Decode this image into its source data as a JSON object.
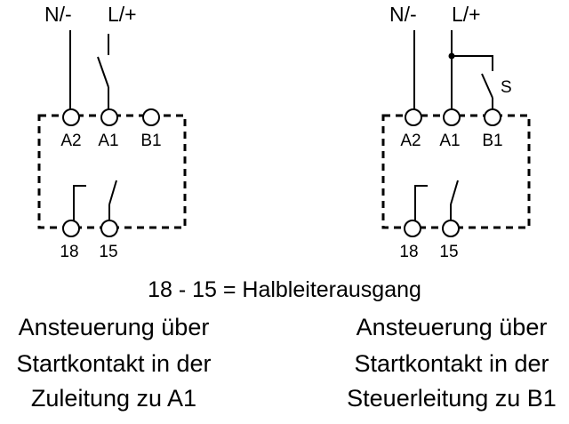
{
  "left_circuit": {
    "supply_n": "N/-",
    "supply_l": "L/+",
    "terminals": [
      "A2",
      "A1",
      "B1"
    ],
    "output_terminals": [
      "18",
      "15"
    ]
  },
  "right_circuit": {
    "supply_n": "N/-",
    "supply_l": "L/+",
    "switch_label": "S",
    "terminals": [
      "A2",
      "A1",
      "B1"
    ],
    "output_terminals": [
      "18",
      "15"
    ]
  },
  "legend": "18 - 15 = Halbleiterausgang",
  "captions": {
    "left": [
      "Ansteuerung über",
      "Startkontakt in der",
      "Zuleitung zu A1"
    ],
    "right": [
      "Ansteuerung über",
      "Startkontakt in der",
      "Steuerleitung zu B1"
    ]
  }
}
